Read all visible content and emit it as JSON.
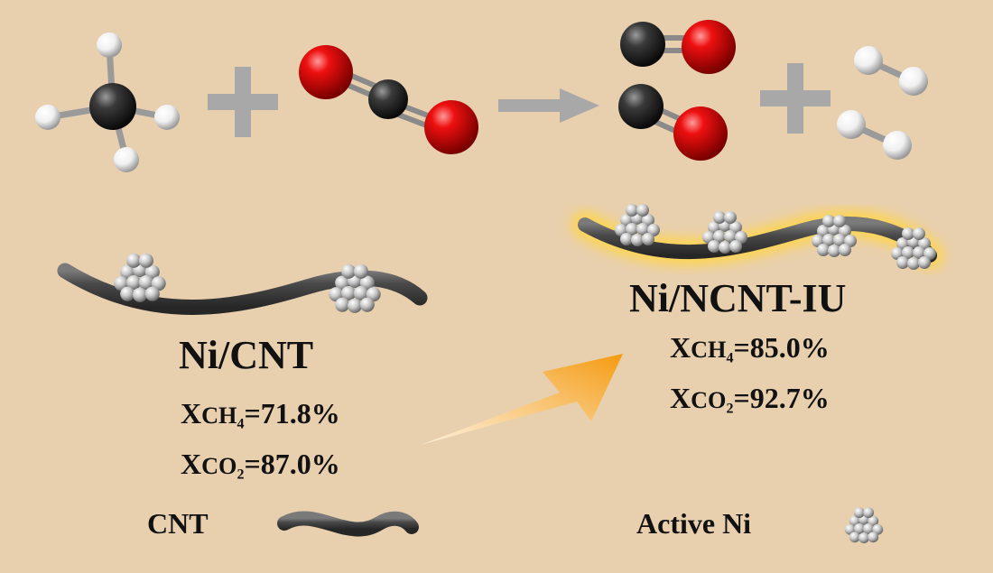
{
  "catalysts": [
    {
      "name": "Ni/CNT",
      "conversions": [
        {
          "prefix": "X",
          "species": "CH",
          "sub": "4",
          "value": "=71.8%"
        },
        {
          "prefix": "X",
          "species": "CO",
          "sub": "2",
          "value": "=87.0%"
        }
      ]
    },
    {
      "name": "Ni/NCNT-IU",
      "conversions": [
        {
          "prefix": "X",
          "species": "CH",
          "sub": "4",
          "value": "=85.0%"
        },
        {
          "prefix": "X",
          "species": "CO",
          "sub": "2",
          "value": "=92.7%"
        }
      ]
    }
  ],
  "legend": {
    "cnt_label": "CNT",
    "ni_label": "Active Ni"
  },
  "colors": {
    "background": "#e8cfae",
    "carbon": "#2a2a2a",
    "oxygen": "#d40000",
    "hydrogen": "#f2f2f2",
    "nanotube": "#4a4a4a",
    "symbol_gray": "#a8a8a8",
    "glow": "#ffd54a",
    "arrow_orange": "#f5a020"
  }
}
